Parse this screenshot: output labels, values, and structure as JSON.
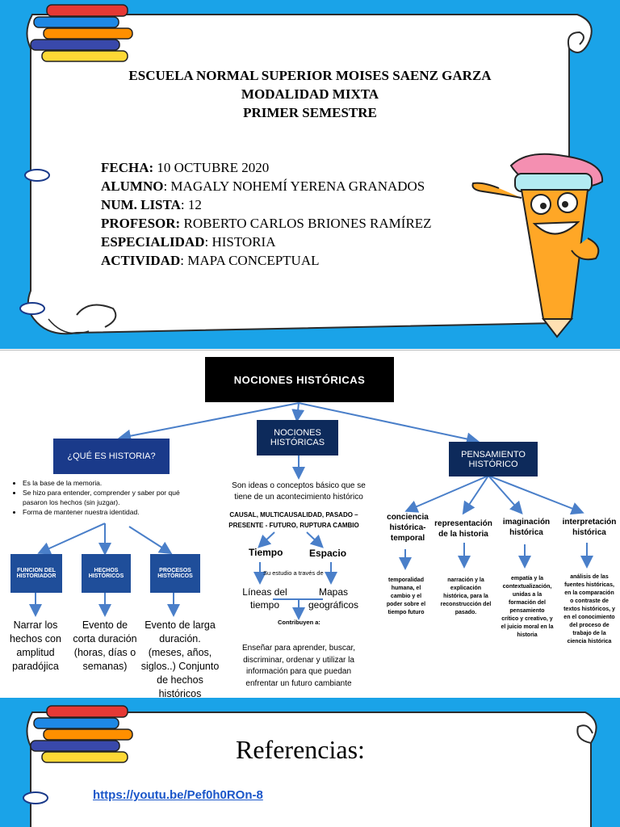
{
  "cover": {
    "school": "ESCUELA NORMAL SUPERIOR MOISES SAENZ GARZA",
    "modality": "MODALIDAD MIXTA",
    "semester": "PRIMER SEMESTRE",
    "fields": [
      {
        "label": "FECHA:",
        "value": " 10 OCTUBRE 2020"
      },
      {
        "label": "ALUMNO",
        "value": ": MAGALY NOHEMÍ YERENA GRANADOS"
      },
      {
        "label": "NUM. LISTA",
        "value": ": 12"
      },
      {
        "label": "PROFESOR:",
        "value": " ROBERTO CARLOS BRIONES RAMÍREZ"
      },
      {
        "label": "ESPECIALIDAD",
        "value": ": HISTORIA"
      },
      {
        "label": "ACTIVIDAD",
        "value": ":  MAPA CONCEPTUAL"
      }
    ]
  },
  "map": {
    "title": "NOCIONES HISTÓRICAS",
    "center_node": "NOCIONES HISTÓRICAS",
    "left_node": "¿QUÉ ES HISTORIA?",
    "right_node": "PENSAMIENTO HISTÓRICO",
    "left_bullets": [
      "Es la base de la memoria.",
      "Se hizo para entender, comprender y saber por qué pasaron los hechos (sin juzgar).",
      "Forma de mantener nuestra identidad."
    ],
    "left_children": [
      {
        "title": "FUNCION DEL HISTORIADOR",
        "desc": "Narrar los hechos con amplitud paradójica"
      },
      {
        "title": "HECHOS HISTÓRICOS",
        "desc": "Evento de corta duración (horas, días o semanas)"
      },
      {
        "title": "PROCESOS HISTÓRICOS",
        "desc": "Evento de larga duración. (meses, años, siglos..) Conjunto de hechos históricos"
      }
    ],
    "center_desc": "Son ideas o conceptos básico que se tiene de un acontecimiento histórico",
    "center_types": "CAUSAL, MULTICAUSALIDAD, PASADO – PRESENTE - FUTURO, RUPTURA CAMBIO",
    "tiempo": "Tiempo",
    "espacio": "Espacio",
    "study_through": "Su estudio a través de",
    "lineas": "Líneas del tiempo",
    "mapas": "Mapas geográficos",
    "contribuyen": "Contribuyen a:",
    "contribute_text": "Enseñar para aprender, buscar, discriminar, ordenar y utilizar la información para que puedan enfrentar un futuro cambiante",
    "right_children": [
      {
        "title": "conciencia histórica-temporal",
        "desc": "temporalidad humana, el cambio y el poder sobre el tiempo futuro"
      },
      {
        "title": "representación de la historia",
        "desc": "narración y la explicación histórica, para la reconstrucción del pasado."
      },
      {
        "title": "imaginación histórica",
        "desc": "empatía y la contextualización, unidas a la formación del pensamiento crítico y creativo, y el juicio moral en la historia"
      },
      {
        "title": "interpretación histórica",
        "desc": "análisis de las fuentes históricas, en la comparación o contraste de textos históricos, y en el conocimiento del proceso de trabajo de la ciencia histórica"
      }
    ]
  },
  "references": {
    "title": "Referencias:",
    "link": "https://youtu.be/Pef0h0ROn-8"
  },
  "colors": {
    "slide_bg": "#1aa3e8",
    "node_navy": "#0d2a5b",
    "node_blue": "#1f4e9a",
    "arrow": "#4a7fc9",
    "link": "#1a56c9"
  }
}
